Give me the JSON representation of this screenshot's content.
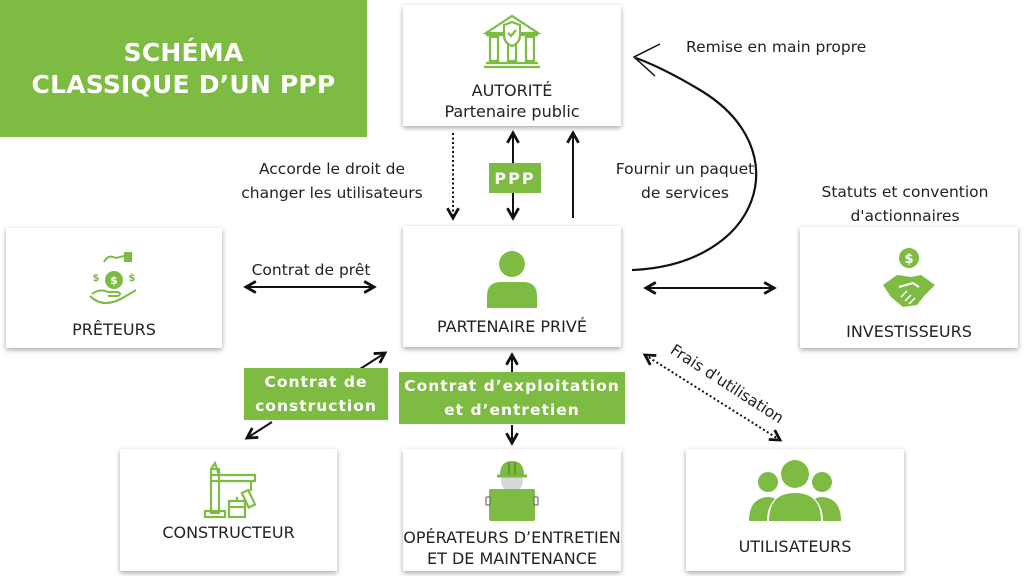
{
  "title": {
    "line1": "SCHÉMA",
    "line2": "CLASSIQUE D’UN PPP"
  },
  "colors": {
    "accent": "#7dbb42",
    "text": "#222222",
    "card_bg": "#ffffff"
  },
  "nodes": {
    "autorite": {
      "title": "AUTORITÉ",
      "subtitle": "Partenaire public",
      "icon": "government-building-shield-icon"
    },
    "partenaire_prive": {
      "title": "PARTENAIRE PRIVÉ",
      "icon": "person-icon"
    },
    "preteurs": {
      "title": "PRÊTEURS",
      "icon": "hand-money-bag-icon"
    },
    "investisseurs": {
      "title": "INVESTISSEURS",
      "icon": "handshake-dollar-icon"
    },
    "constructeur": {
      "title": "CONSTRUCTEUR",
      "icon": "crane-building-icon"
    },
    "operateurs": {
      "title_line1": "OPÉRATEURS D’ENTRETIEN",
      "title_line2": "ET DE MAINTENANCE",
      "icon": "construction-worker-icon"
    },
    "utilisateurs": {
      "title": "UTILISATEURS",
      "icon": "users-group-icon"
    }
  },
  "tags": {
    "ppp": "PPP",
    "construction_line1": "Contrat de",
    "construction_line2": "construction",
    "exploitation_line1": "Contrat d’exploitation",
    "exploitation_line2": "et d’entretien"
  },
  "annotations": {
    "remise": "Remise en main propre",
    "accorde_line1": "Accorde le droit de",
    "accorde_line2": "changer les utilisateurs",
    "fournir_line1": "Fournir un paquet",
    "fournir_line2": "de services",
    "statuts_line1": "Statuts et convention",
    "statuts_line2": "d'actionnaires",
    "contrat_pret": "Contrat de prêt",
    "frais": "Frais d'utilisation"
  }
}
